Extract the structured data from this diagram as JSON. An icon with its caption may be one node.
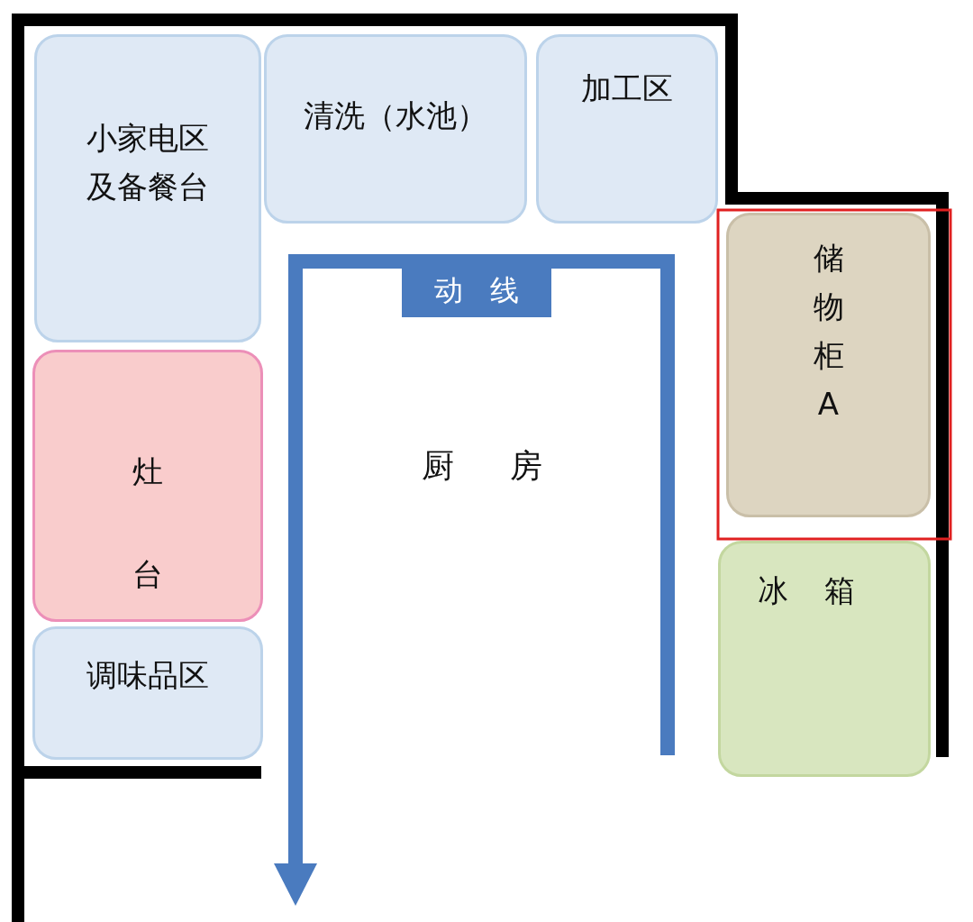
{
  "diagram": {
    "nodes": [
      {
        "text": [
          "小家电区及备餐台"
        ]
      },
      {
        "text": [
          "清洗（水池）"
        ]
      },
      {
        "text": [
          "加工区"
        ]
      },
      {
        "text": [
          "储物柜A"
        ]
      },
      {
        "text": [
          "灶台"
        ]
      },
      {
        "text": [
          "冰箱"
        ]
      },
      {
        "text": [
          "调味品区"
        ]
      }
    ],
    "edges": [],
    "labels": [
      "动线",
      "厨房"
    ]
  }
}
